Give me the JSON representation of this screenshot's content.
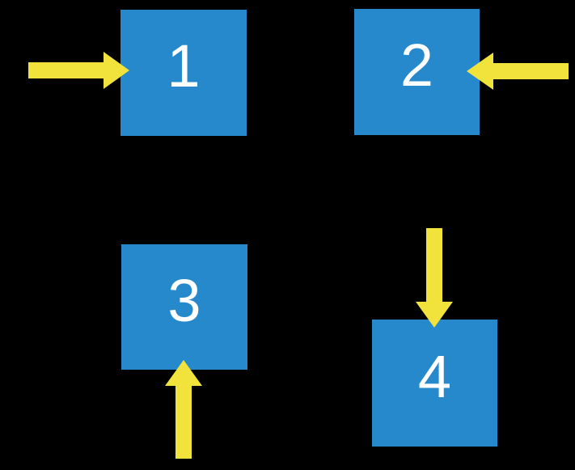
{
  "colors": {
    "background": "#000000",
    "square": "#2589CB",
    "arrow": "#F2E23C",
    "number": "#FFFFFF"
  },
  "squares": [
    {
      "label": "1",
      "arrow_direction": "right",
      "arrow_enters": "left-side"
    },
    {
      "label": "2",
      "arrow_direction": "left",
      "arrow_enters": "right-side"
    },
    {
      "label": "3",
      "arrow_direction": "up",
      "arrow_enters": "bottom-side"
    },
    {
      "label": "4",
      "arrow_direction": "down",
      "arrow_enters": "top-side"
    }
  ]
}
